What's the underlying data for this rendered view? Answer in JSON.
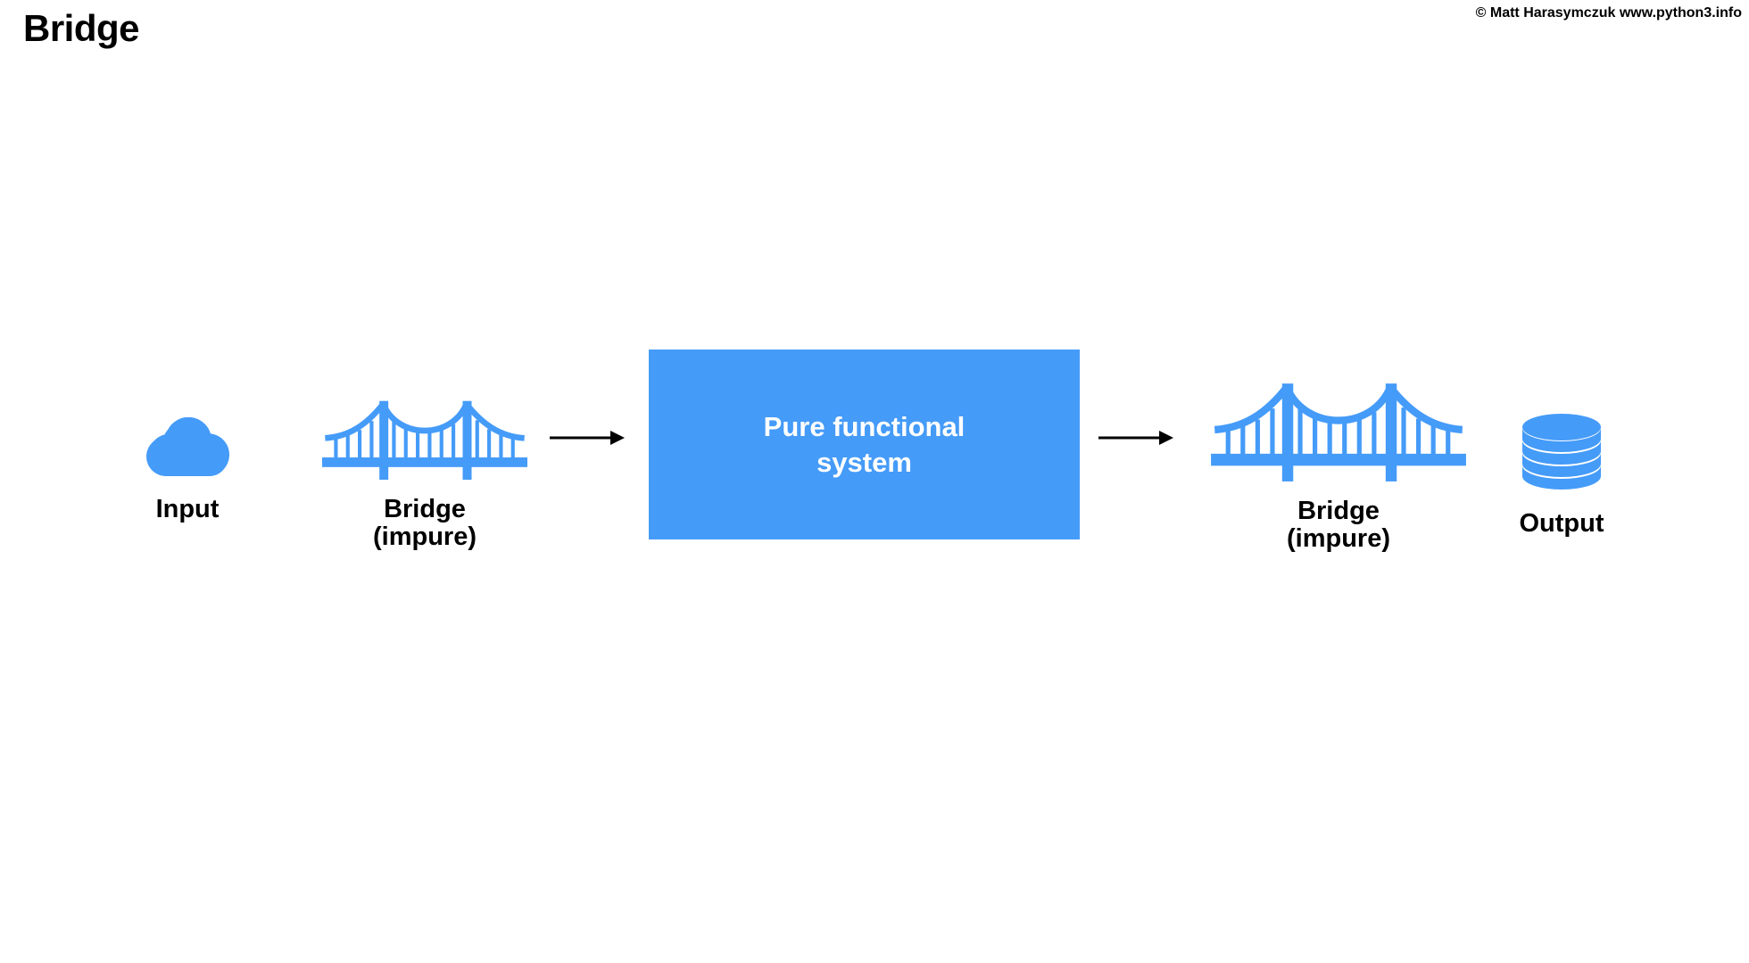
{
  "slide": {
    "title": "Bridge",
    "copyright": "© Matt Harasymczuk www.python3.info"
  },
  "colors": {
    "accent_blue": "#459bf8",
    "text_black": "#000000",
    "background": "#ffffff",
    "box_text": "#ffffff"
  },
  "diagram": {
    "type": "flow",
    "nodes": [
      {
        "id": "input",
        "label": "Input",
        "icon": "cloud-icon",
        "shape": "icon"
      },
      {
        "id": "bridge-left",
        "label": "Bridge\n(impure)",
        "icon": "bridge-icon",
        "shape": "icon"
      },
      {
        "id": "pure-system",
        "label": "Pure functional\nsystem",
        "icon": "",
        "shape": "rectangle"
      },
      {
        "id": "bridge-right",
        "label": "Bridge\n(impure)",
        "icon": "bridge-icon",
        "shape": "icon"
      },
      {
        "id": "output",
        "label": "Output",
        "icon": "database-icon",
        "shape": "icon"
      }
    ],
    "edges": [
      {
        "id": "arrow-1",
        "from": "bridge-left",
        "to": "pure-system",
        "icon": "arrow-right-icon"
      },
      {
        "id": "arrow-2",
        "from": "pure-system",
        "to": "bridge-right",
        "icon": "arrow-right-icon"
      }
    ]
  }
}
